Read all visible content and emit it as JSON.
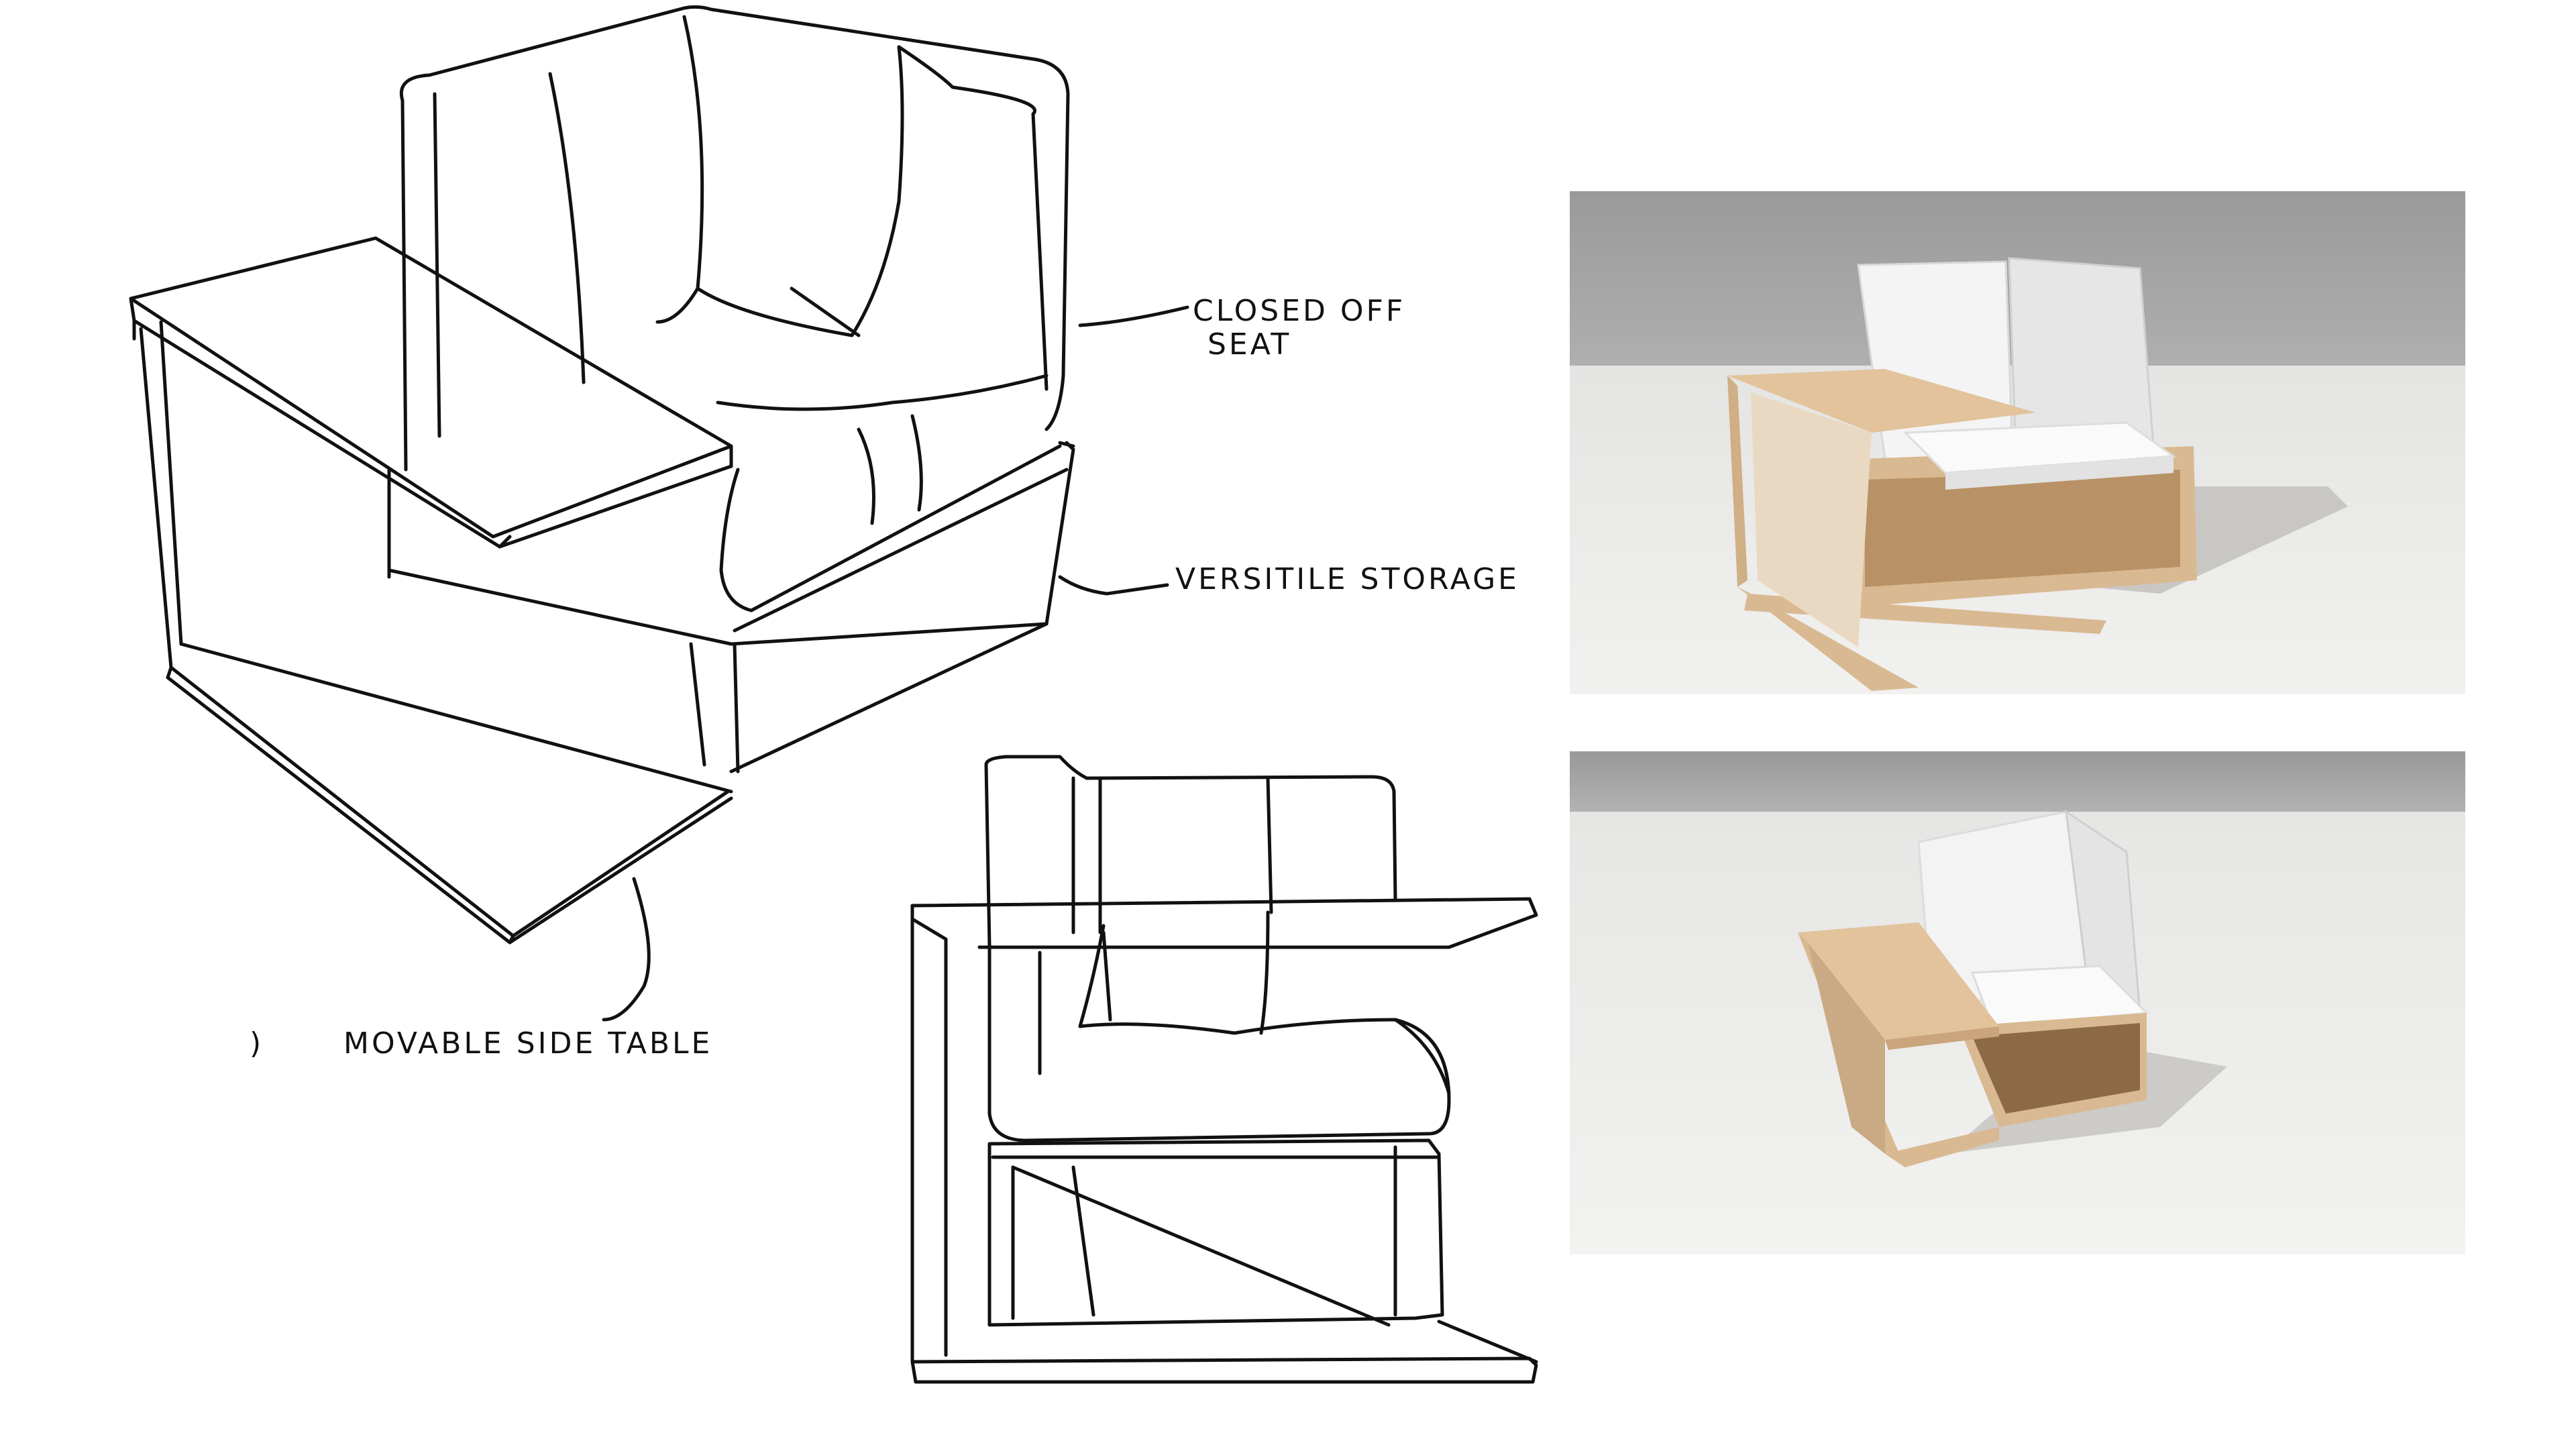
{
  "annotations": {
    "closed_off_seat_line1": "CLOSED OFF",
    "closed_off_seat_line2": "SEAT",
    "versatile_storage": "VERSITILE STORAGE",
    "movable_side_table": "MOVABLE SIDE TABLE",
    "stray_mark": ")"
  },
  "colors": {
    "ink": "#111111",
    "paper": "#ffffff",
    "photo_wall": "#8f8f8f",
    "photo_table": "#e9e9e7",
    "balsa": "#d9b992",
    "balsa_dark": "#b89266",
    "foam": "#f3f3f3",
    "shadow": "#c9c7c4"
  },
  "icons": [
    "chair-sketch-isometric",
    "chair-sketch-front",
    "chair-model-photo"
  ]
}
